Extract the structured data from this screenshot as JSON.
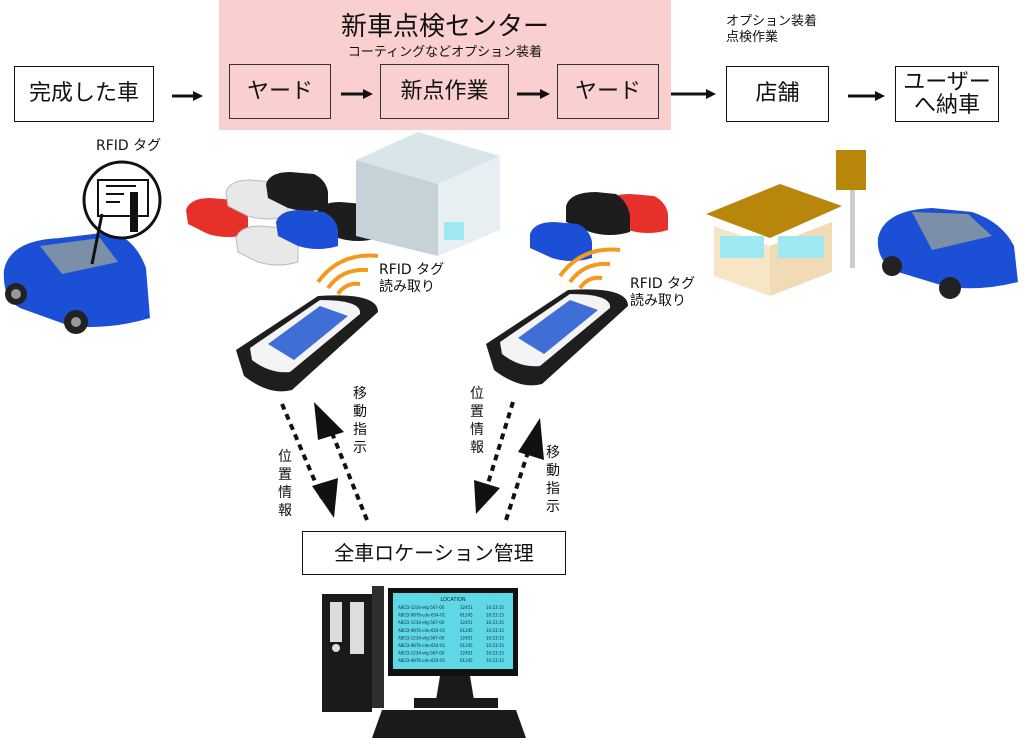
{
  "center": {
    "title": "新車点検センター",
    "subtitle": "コーティングなどオプション装着"
  },
  "flow": {
    "completed_car": "完成した車",
    "yard_1": "ヤード",
    "new_inspection": "新点作業",
    "yard_2": "ヤード",
    "store": "店舗",
    "delivery_line1": "ユーザー",
    "delivery_line2": "へ納車",
    "store_note_line1": "オプション装着",
    "store_note_line2": "点検作業"
  },
  "labels": {
    "rfid_tag": "RFID タグ",
    "rfid_read_left_line1": "RFID タグ",
    "rfid_read_left_line2": "読み取り",
    "rfid_read_right_line1": "RFID タグ",
    "rfid_read_right_line2": "読み取り",
    "position_info": "位置情報",
    "move_instruction": "移動指示",
    "management": "全車ロケーション管理"
  },
  "monitor": {
    "header": "LOCATION",
    "rows": [
      [
        "ABCD-1234-efg-567-00",
        "32451",
        "10:23:15"
      ],
      [
        "ABCD-9876-cde-654-01",
        "61245",
        "10:23:15"
      ],
      [
        "ABCD-1234-efg-567-00",
        "32451",
        "10:23:15"
      ],
      [
        "ABCD-9876-cde-654-01",
        "61245",
        "10:23:15"
      ],
      [
        "ABCD-1234-efg-567-00",
        "32451",
        "10:23:15"
      ],
      [
        "ABCD-9876-cde-654-01",
        "61245",
        "10:23:15"
      ],
      [
        "ABCD-1234-efg-567-00",
        "32451",
        "10:23:15"
      ],
      [
        "ABCD-9876-cde-654-01",
        "61245",
        "10:23:15"
      ]
    ]
  },
  "colors": {
    "center_bg": "#f9cfcf",
    "car_blue": "#1b4fd6",
    "car_red": "#e8302a",
    "car_black": "#1d1d1d",
    "car_white": "#e8e8e8",
    "signal_orange": "#f39a1e",
    "screen_cyan": "#5fd8e6",
    "store_roof": "#b8860b"
  }
}
